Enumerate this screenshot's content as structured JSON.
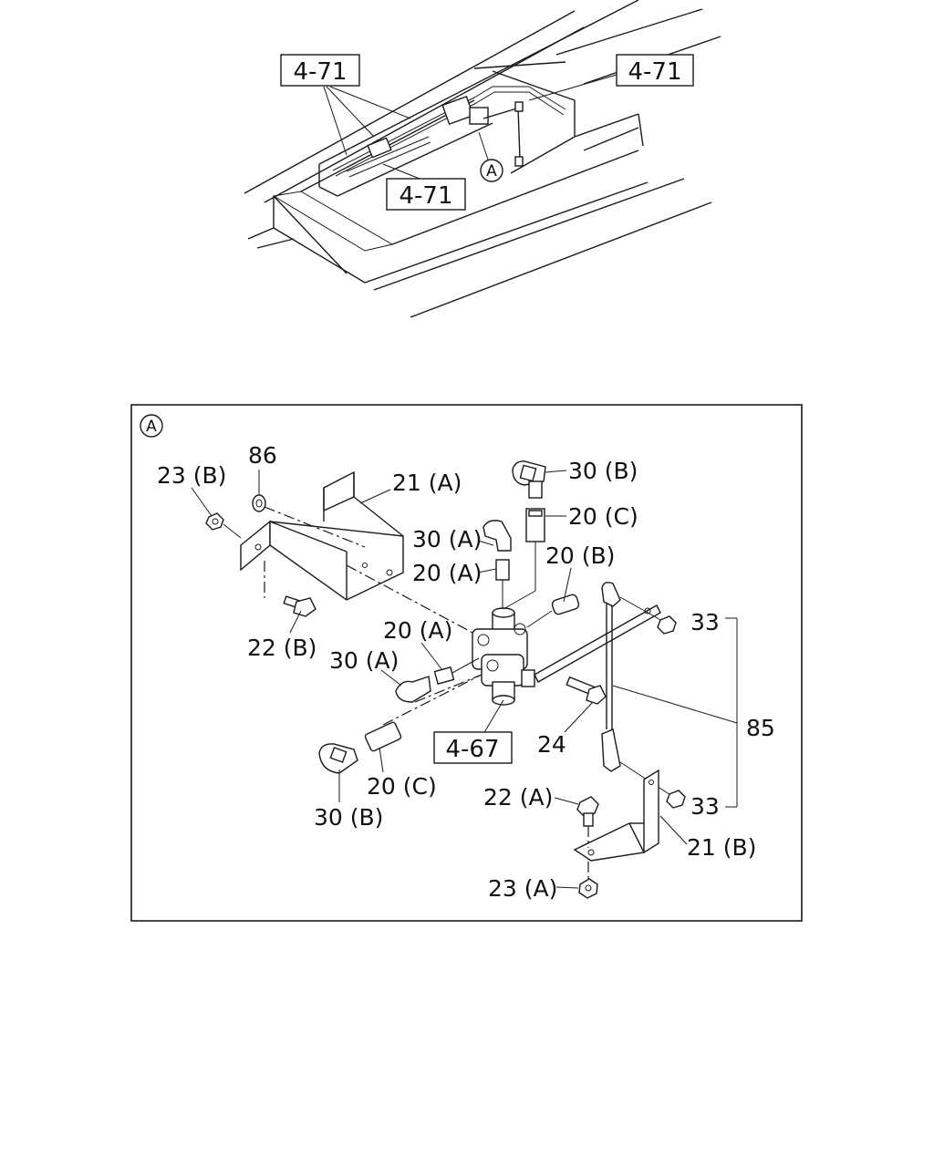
{
  "overview": {
    "refs": [
      "4-71",
      "4-71",
      "4-71"
    ],
    "detail_marker": "A"
  },
  "detail": {
    "marker": "A",
    "ref_box": "4-67",
    "labels": [
      "23 (B)",
      "86",
      "21 (A)",
      "30 (B)",
      "20 (C)",
      "30 (A)",
      "20 (A)",
      "20 (B)",
      "33",
      "22 (B)",
      "20 (A)",
      "30 (A)",
      "85",
      "24",
      "20 (C)",
      "30 (B)",
      "22 (A)",
      "33",
      "21 (B)",
      "23 (A)"
    ]
  }
}
